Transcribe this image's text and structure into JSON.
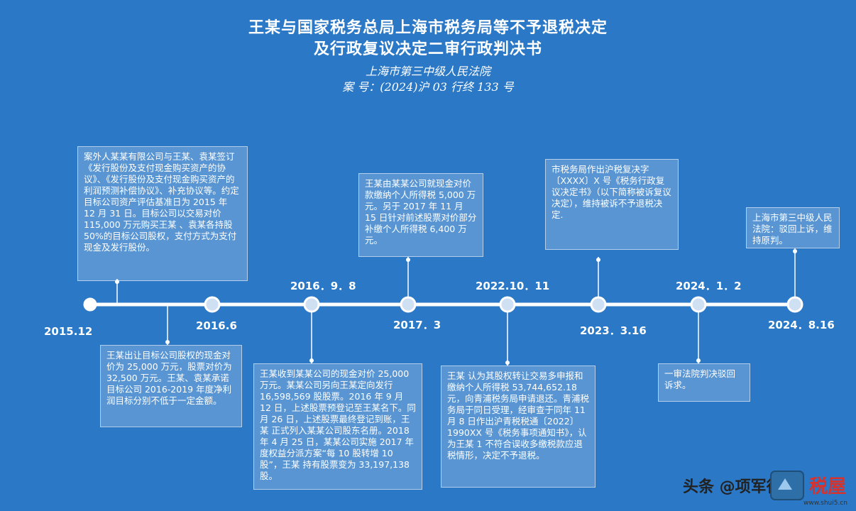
{
  "title_line1": "王某与国家税务总局上海市税务局等不予退税决定",
  "title_line2": "及行政复议决定二审行政判决书",
  "court": "上海市第三中级人民法院",
  "case_no": "案 号：(2024)沪 03 行终 133 号",
  "events": [
    {
      "date": "2015.12",
      "text": "案外人某某有限公司与王某、袁某签订《发行股份及支付现金购买资产的协议》、《发行股份及支付现金购买资产的利润预测补偿协议》、补充协议等。约定目标公司资产评估基准日为 2015 年 12 月 31 日。目标公司以交易对价 115,000 万元购买王某 、袁某各持股 50%的目标公司股权，支付方式为支付现金及发行股份。"
    },
    {
      "date": "2016.6",
      "text": "王某出让目标公司股权的现金对价为 25,000 万元，股票对价为 32,500 万元。王某、袁某承诺目标公司 2016-2019 年度净利润目标分别不低于一定金额。"
    },
    {
      "date": "2016．9．8",
      "text": "王某收到某某公司的现金对价 25,000 万元。某某公司另向王某定向发行 16,598,569 股股票。2016 年 9 月 12 日，上述股票预登记至王某名下。同月 26 日，上述股票最终登记到账，王某 正式列入某某公司股东名册。2018 年 4 月 25 日，某某公司实施 2017 年度权益分派方案“每 10 股转增 10 股”，王某 持有股票变为 33,197,138 股。"
    },
    {
      "date": "2017．3",
      "text": "王某由某某公司就现金对价款缴纳个人所得税 5,000 万元。另于 2017 年 11 月 15 日针对前述股票对价部分补缴个人所得税 6,400 万元。"
    },
    {
      "date": "2022.10．11",
      "text": "王某 认为其股权转让交易多申报和缴纳个人所得税 53,744,652.18 元，向青浦税务局申请退还。青浦税务局于同日受理，经审查于同年 11 月 8 日作出沪青税税通〔2022〕1990XX 号《税务事项通知书》，认为王某 1 不符合误收多缴税款应退税情形，决定不予退税。"
    },
    {
      "date": "2023．3.16",
      "text": "市税务局作出沪税复决字〔XXXX〕X 号《税务行政复议决定书》（以下简称被诉复议决定），维持被诉不予退税决定."
    },
    {
      "date": "2024．1．2",
      "text": "一审法院判决驳回诉求。"
    },
    {
      "date": "2024．8.16",
      "text": "上海市第三中级人民法院：驳回上诉，维持原判。"
    }
  ],
  "watermark": "头条 @项军律师",
  "logo_text": "www.shui5.cn",
  "colors": {
    "background": "#2a78c6",
    "line": "#ffffff"
  }
}
